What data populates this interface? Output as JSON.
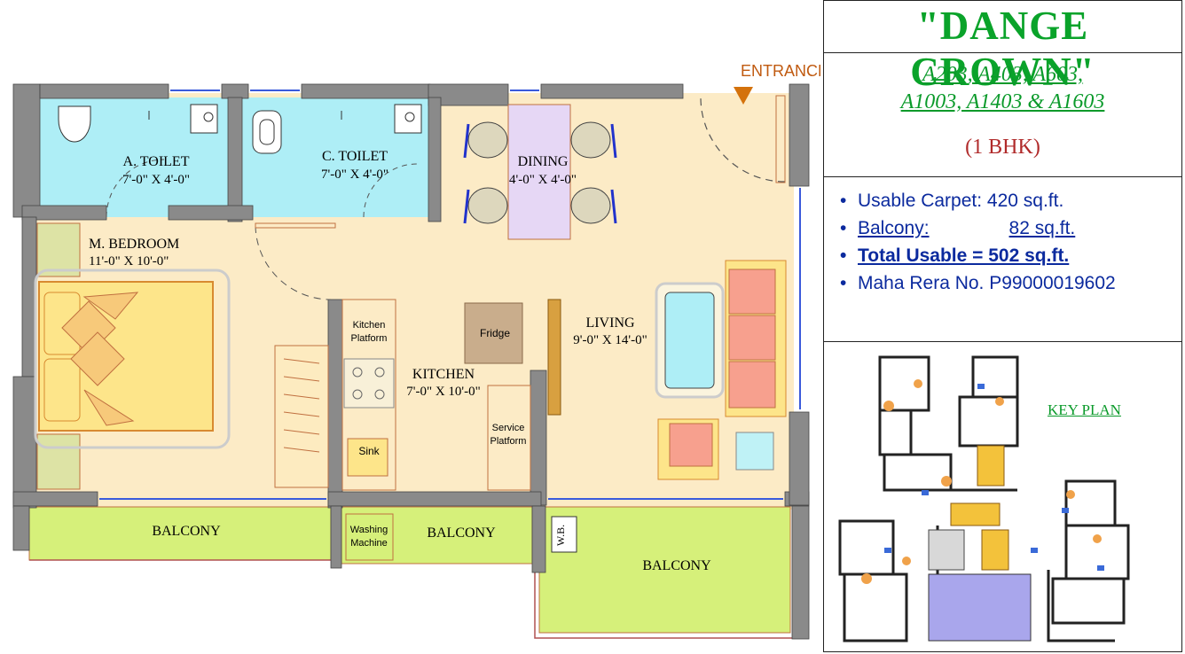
{
  "plan": {
    "entrance": "ENTRANCE",
    "rooms": {
      "a_toilet": {
        "name": "A. TOILET",
        "dim": "7'-0\" X 4'-0\""
      },
      "c_toilet": {
        "name": "C. TOILET",
        "dim": "7'-0\" X 4'-0\""
      },
      "dining": {
        "name": "DINING",
        "dim": "4'-0\" X 4'-0\""
      },
      "bedroom": {
        "name": "M. BEDROOM",
        "dim": "11'-0\" X 10'-0\""
      },
      "kitchen": {
        "name": "KITCHEN",
        "dim": "7'-0\" X 10'-0\""
      },
      "living": {
        "name": "LIVING",
        "dim": "9'-0\" X 14'-0\""
      }
    },
    "fixtures": {
      "kitchen_platform_1": "Kitchen",
      "kitchen_platform_2": "Platform",
      "fridge": "Fridge",
      "sink": "Sink",
      "service_platform_1": "Service",
      "service_platform_2": "Platform",
      "washing_1": "Washing",
      "washing_2": "Machine",
      "wb": "W.B."
    },
    "balconies": [
      "BALCONY",
      "BALCONY",
      "BALCONY"
    ]
  },
  "info": {
    "title": "\"DANGE CROWN\"",
    "units_line1": "A203, A403, A603,",
    "units_line2": "A1003, A1403 & A1603",
    "bhk": "(1 BHK)",
    "specs": {
      "carpet_label": "Usable Carpet: 420 sq.ft.",
      "balcony_label": "Balcony:",
      "balcony_value": "82 sq.ft.",
      "total_label": "Total Usable  = 502 sq.ft.",
      "rera": "Maha Rera No. P99000019602"
    },
    "key_plan_label": "KEY PLAN"
  },
  "colors": {
    "floor": "#fcebc6",
    "toilet": "#aeeef6",
    "balcony": "#d6f07a",
    "wall": "#8a8a8a",
    "title_green": "#0aa32a",
    "spec_blue": "#0b2a9e",
    "bhk_red": "#b02a2a",
    "highlight_unit": "#a9a6ec"
  }
}
